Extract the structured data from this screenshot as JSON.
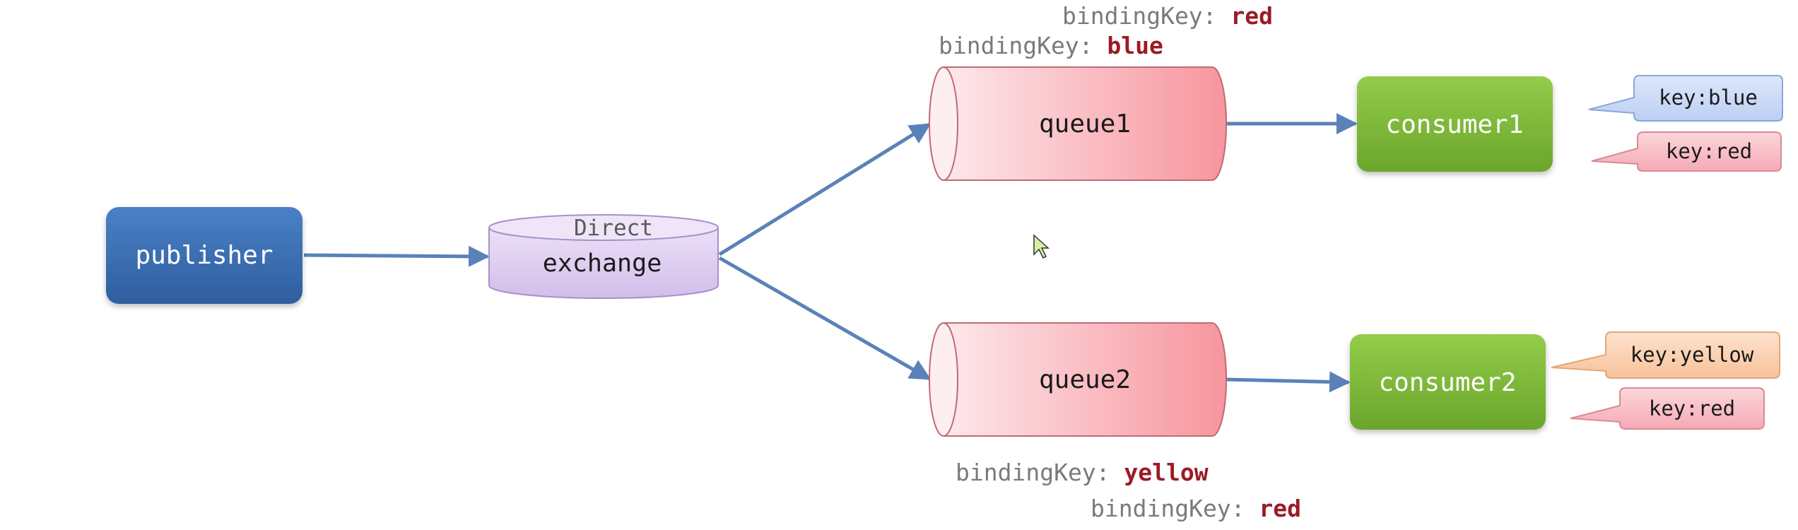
{
  "publisher": {
    "label": "publisher"
  },
  "exchange": {
    "type_label": "Direct",
    "label": "exchange"
  },
  "queues": [
    {
      "label": "queue1",
      "bindings": [
        {
          "prefix": "bindingKey: ",
          "value": "red"
        },
        {
          "prefix": "bindingKey: ",
          "value": "blue"
        }
      ]
    },
    {
      "label": "queue2",
      "bindings": [
        {
          "prefix": "bindingKey: ",
          "value": "yellow"
        },
        {
          "prefix": "bindingKey: ",
          "value": "red"
        }
      ]
    }
  ],
  "consumers": [
    {
      "label": "consumer1",
      "keys": [
        "key:blue",
        "key:red"
      ]
    },
    {
      "label": "consumer2",
      "keys": [
        "key:yellow",
        "key:red"
      ]
    }
  ],
  "colors": {
    "publisher": "#3b6eb3",
    "exchange_fill": "#dccbf0",
    "queue_fill": "#f8a0a8",
    "consumer_fill": "#7fba3a",
    "arrow": "#5a82b8",
    "key_blue": "#cfdcf7",
    "key_red": "#f9c4cb",
    "key_yellow": "#fbd3b4",
    "binding_value": "#9b1b25"
  }
}
